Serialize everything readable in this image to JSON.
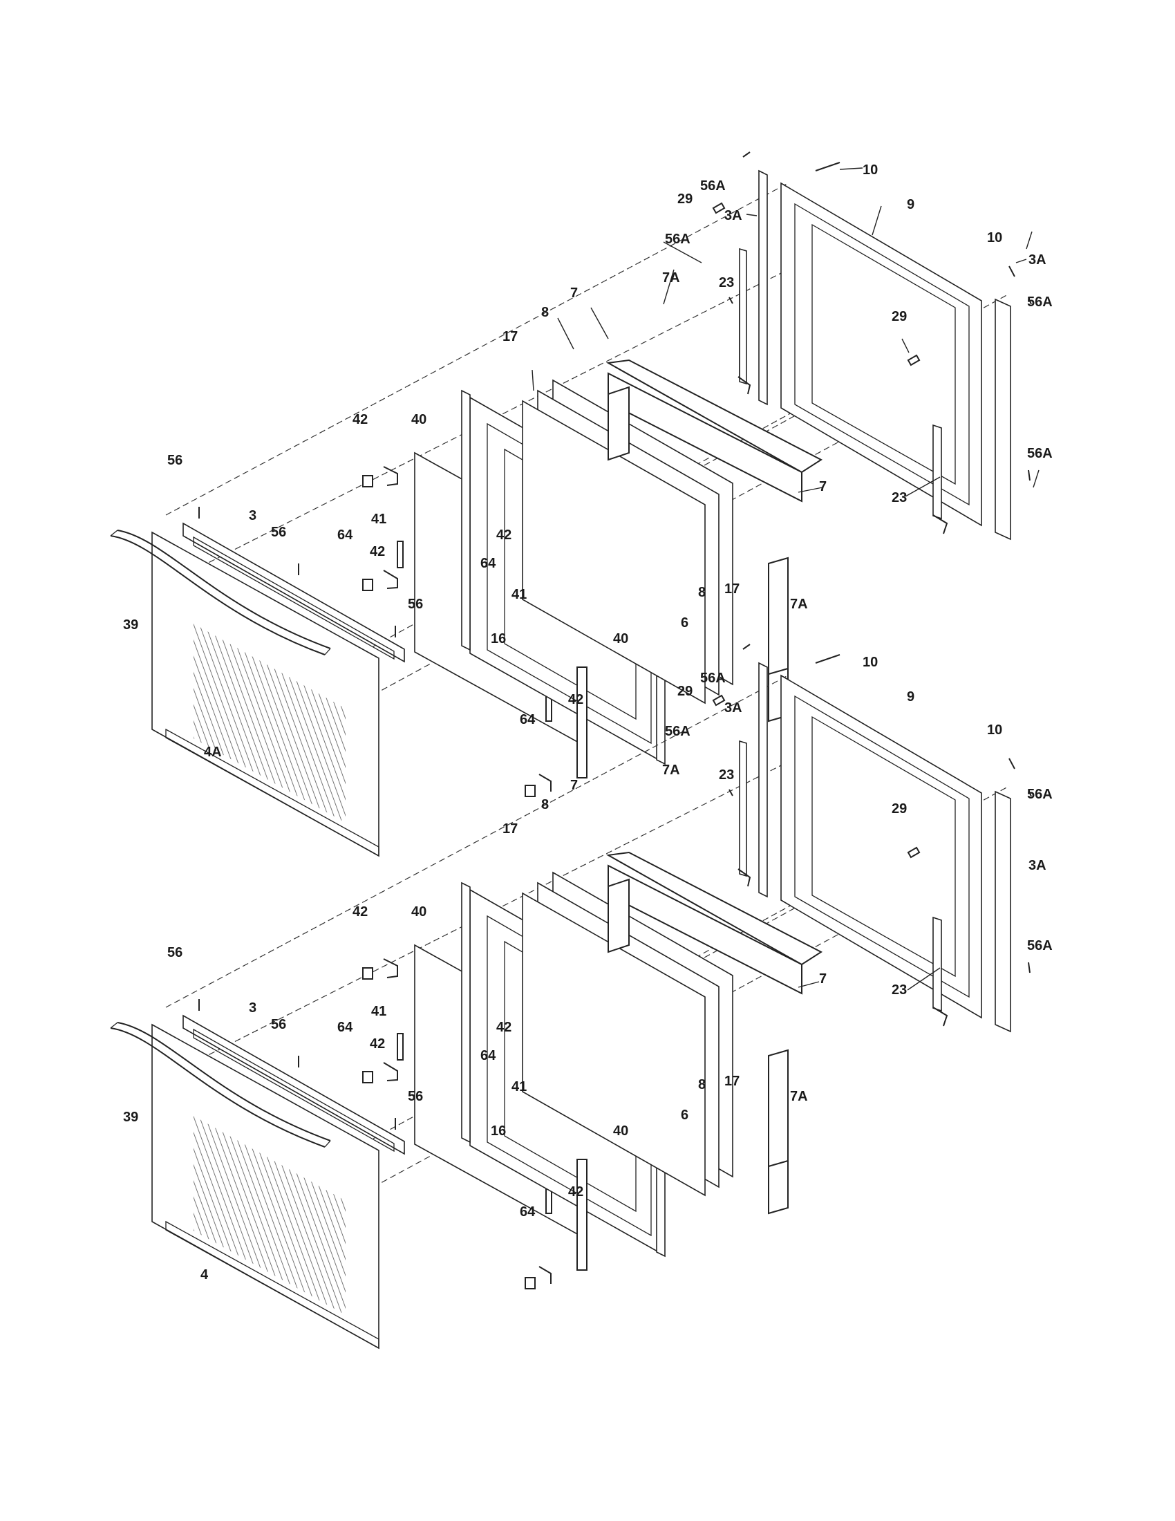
{
  "diagram": {
    "upper_door": {
      "callouts": [
        {
          "id": "u-10a",
          "text": "10"
        },
        {
          "id": "u-56A-a",
          "text": "56A"
        },
        {
          "id": "u-29a",
          "text": "29"
        },
        {
          "id": "u-3A-a",
          "text": "3A"
        },
        {
          "id": "u-9",
          "text": "9"
        },
        {
          "id": "u-56A-b",
          "text": "56A"
        },
        {
          "id": "u-10b",
          "text": "10"
        },
        {
          "id": "u-23a",
          "text": "23"
        },
        {
          "id": "u-7A-a",
          "text": "7A"
        },
        {
          "id": "u-7a",
          "text": "7"
        },
        {
          "id": "u-56A-c",
          "text": "56A"
        },
        {
          "id": "u-29b",
          "text": "29"
        },
        {
          "id": "u-8a",
          "text": "8"
        },
        {
          "id": "u-3A-b",
          "text": "3A"
        },
        {
          "id": "u-17a",
          "text": "17"
        },
        {
          "id": "u-56A-d",
          "text": "56A"
        },
        {
          "id": "u-42a",
          "text": "42"
        },
        {
          "id": "u-40a",
          "text": "40"
        },
        {
          "id": "u-7b",
          "text": "7"
        },
        {
          "id": "u-23b",
          "text": "23"
        },
        {
          "id": "u-56a",
          "text": "56"
        },
        {
          "id": "u-3",
          "text": "3"
        },
        {
          "id": "u-41a",
          "text": "41"
        },
        {
          "id": "u-56b",
          "text": "56"
        },
        {
          "id": "u-64a",
          "text": "64"
        },
        {
          "id": "u-42b",
          "text": "42"
        },
        {
          "id": "u-64b",
          "text": "64"
        },
        {
          "id": "u-42c",
          "text": "42"
        },
        {
          "id": "u-8b",
          "text": "8"
        },
        {
          "id": "u-17b",
          "text": "17"
        },
        {
          "id": "u-7A-b",
          "text": "7A"
        },
        {
          "id": "u-56c",
          "text": "56"
        },
        {
          "id": "u-41b",
          "text": "41"
        },
        {
          "id": "u-39",
          "text": "39"
        },
        {
          "id": "u-6",
          "text": "6"
        },
        {
          "id": "u-16",
          "text": "16"
        },
        {
          "id": "u-40b",
          "text": "40"
        },
        {
          "id": "u-42d",
          "text": "42"
        },
        {
          "id": "u-64c",
          "text": "64"
        },
        {
          "id": "u-4A",
          "text": "4A"
        }
      ]
    },
    "lower_door": {
      "callouts": [
        {
          "id": "l-10a",
          "text": "10"
        },
        {
          "id": "l-56A-a",
          "text": "56A"
        },
        {
          "id": "l-29a",
          "text": "29"
        },
        {
          "id": "l-3A-a",
          "text": "3A"
        },
        {
          "id": "l-9",
          "text": "9"
        },
        {
          "id": "l-56A-b",
          "text": "56A"
        },
        {
          "id": "l-10b",
          "text": "10"
        },
        {
          "id": "l-23a",
          "text": "23"
        },
        {
          "id": "l-7A-a",
          "text": "7A"
        },
        {
          "id": "l-7a",
          "text": "7"
        },
        {
          "id": "l-56A-c",
          "text": "56A"
        },
        {
          "id": "l-29b",
          "text": "29"
        },
        {
          "id": "l-8a",
          "text": "8"
        },
        {
          "id": "l-3A-b",
          "text": "3A"
        },
        {
          "id": "l-17a",
          "text": "17"
        },
        {
          "id": "l-42a",
          "text": "42"
        },
        {
          "id": "l-40a",
          "text": "40"
        },
        {
          "id": "l-7b",
          "text": "7"
        },
        {
          "id": "l-56A-d",
          "text": "56A"
        },
        {
          "id": "l-56a",
          "text": "56"
        },
        {
          "id": "l-23b",
          "text": "23"
        },
        {
          "id": "l-3",
          "text": "3"
        },
        {
          "id": "l-41a",
          "text": "41"
        },
        {
          "id": "l-64a",
          "text": "64"
        },
        {
          "id": "l-56b",
          "text": "56"
        },
        {
          "id": "l-42b",
          "text": "42"
        },
        {
          "id": "l-42c",
          "text": "42"
        },
        {
          "id": "l-64b",
          "text": "64"
        },
        {
          "id": "l-8b",
          "text": "8"
        },
        {
          "id": "l-17b",
          "text": "17"
        },
        {
          "id": "l-7A-b",
          "text": "7A"
        },
        {
          "id": "l-56c",
          "text": "56"
        },
        {
          "id": "l-41b",
          "text": "41"
        },
        {
          "id": "l-39",
          "text": "39"
        },
        {
          "id": "l-6",
          "text": "6"
        },
        {
          "id": "l-16",
          "text": "16"
        },
        {
          "id": "l-40b",
          "text": "40"
        },
        {
          "id": "l-42d",
          "text": "42"
        },
        {
          "id": "l-64c",
          "text": "64"
        },
        {
          "id": "l-4",
          "text": "4"
        }
      ]
    }
  }
}
